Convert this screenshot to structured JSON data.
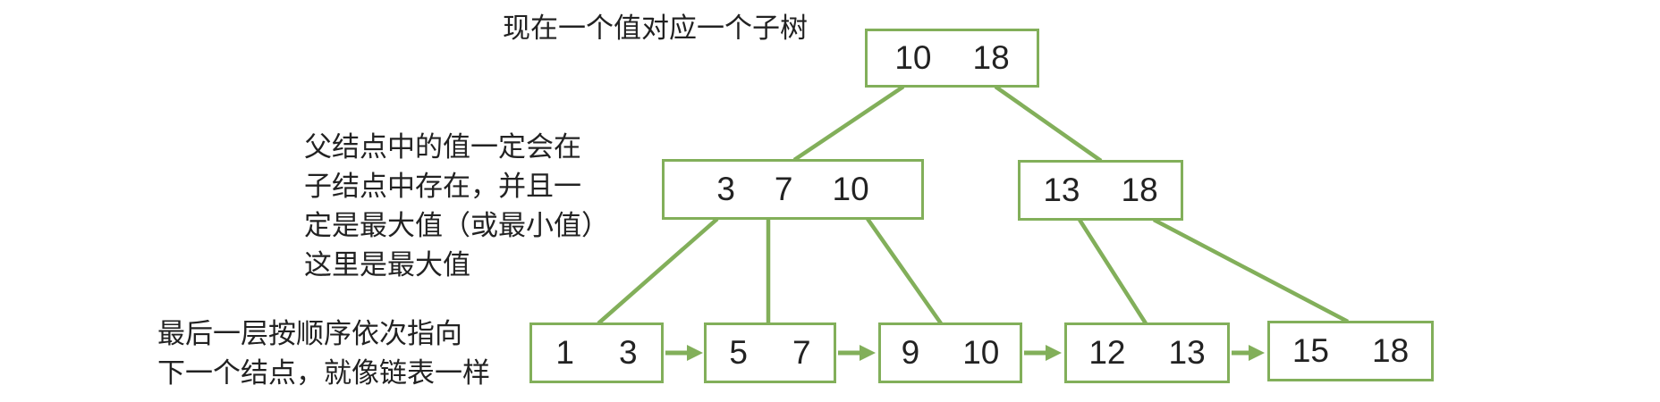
{
  "colors": {
    "green": "#82AF5A",
    "ink": "#222222"
  },
  "notes": {
    "top": "现在一个值对应一个子树",
    "left_lines": [
      "父结点中的值一定会在",
      "子结点中存在，并且一",
      "定是最大值（或最小值）",
      "这里是最大值"
    ],
    "bottom_lines": [
      "最后一层按顺序依次指向",
      "下一个结点，就像链表一样"
    ]
  },
  "tree": {
    "root": {
      "values": [
        "10",
        "18"
      ]
    },
    "internal": [
      {
        "values": [
          "3",
          "7",
          "10"
        ]
      },
      {
        "values": [
          "13",
          "18"
        ]
      }
    ],
    "leaves": [
      {
        "values": [
          "1",
          "3"
        ]
      },
      {
        "values": [
          "5",
          "7"
        ]
      },
      {
        "values": [
          "9",
          "10"
        ]
      },
      {
        "values": [
          "12",
          "13"
        ]
      },
      {
        "values": [
          "15",
          "18"
        ]
      }
    ]
  }
}
